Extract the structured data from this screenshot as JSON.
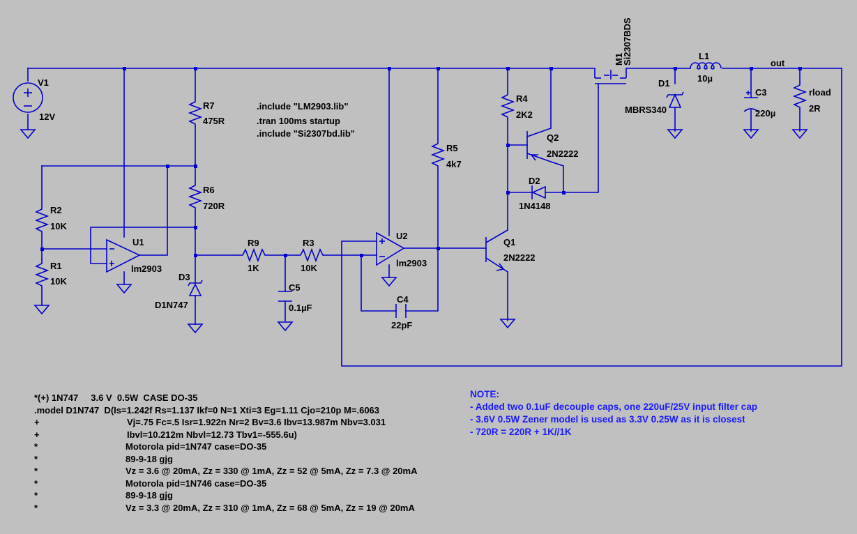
{
  "colors": {
    "background": "#c0c0c0",
    "wire": "#0000cc",
    "text": "#000000",
    "note": "#1a1aff"
  },
  "components": {
    "V1": {
      "ref": "V1",
      "value": "12V"
    },
    "R7": {
      "ref": "R7",
      "value": "475R"
    },
    "R6": {
      "ref": "R6",
      "value": "720R"
    },
    "R2": {
      "ref": "R2",
      "value": "10K"
    },
    "R1": {
      "ref": "R1",
      "value": "10K"
    },
    "U1": {
      "ref": "U1",
      "value": "lm2903"
    },
    "D3": {
      "ref": "D3",
      "value": "D1N747"
    },
    "R9": {
      "ref": "R9",
      "value": "1K"
    },
    "R3": {
      "ref": "R3",
      "value": "10K"
    },
    "C5": {
      "ref": "C5",
      "value": "0.1µF"
    },
    "U2": {
      "ref": "U2",
      "value": "lm2903"
    },
    "C4": {
      "ref": "C4",
      "value": "22pF"
    },
    "R5": {
      "ref": "R5",
      "value": "4k7"
    },
    "R4": {
      "ref": "R4",
      "value": "2K2"
    },
    "Q2": {
      "ref": "Q2",
      "value": "2N2222"
    },
    "D2": {
      "ref": "D2",
      "value": "1N4148"
    },
    "Q1": {
      "ref": "Q1",
      "value": "2N2222"
    },
    "M1": {
      "ref": "M1",
      "value": "Si2307BDS"
    },
    "D1": {
      "ref": "D1",
      "value": "MBRS340"
    },
    "L1": {
      "ref": "L1",
      "value": "10µ"
    },
    "C3": {
      "ref": "C3",
      "value": "220µ"
    },
    "rload": {
      "ref": "rload",
      "value": "2R"
    }
  },
  "net_labels": {
    "out": "out"
  },
  "directives": [
    ".include \"LM2903.lib\"",
    ".tran 100ms startup",
    ".include \"Si2307bd.lib\""
  ],
  "model_text": [
    "*(+) 1N747     3.6 V  0.5W  CASE DO-35",
    ".model D1N747  D(Is=1.242f Rs=1.137 Ikf=0 N=1 Xti=3 Eg=1.11 Cjo=210p M=.6063",
    "+                             Vj=.75 Fc=.5 Isr=1.922n Nr=2 Bv=3.6 Ibv=13.987m Nbv=3.031",
    "+                             Ibvl=10.212m Nbvl=12.73 Tbv1=-555.6u)",
    "*                             Motorola       pid=1N747      case=DO-35",
    "*                             89-9-18 gjg",
    "*                             Vz = 3.6 @ 20mA, Zz = 330 @ 1mA, Zz = 52 @ 5mA, Zz = 7.3 @ 20mA",
    "*                             Motorola       pid=1N746      case=DO-35",
    "*                             89-9-18 gjg",
    "*                             Vz = 3.3 @ 20mA, Zz = 310 @ 1mA, Zz = 68 @ 5mA, Zz = 19 @ 20mA"
  ],
  "notes": [
    "NOTE:",
    "- Added two 0.1uF decouple caps, one 220uF/25V input filter cap",
    "- 3.6V 0.5W Zener model is used as 3.3V 0.25W as it is closest",
    "- 720R = 220R + 1K//1K"
  ]
}
